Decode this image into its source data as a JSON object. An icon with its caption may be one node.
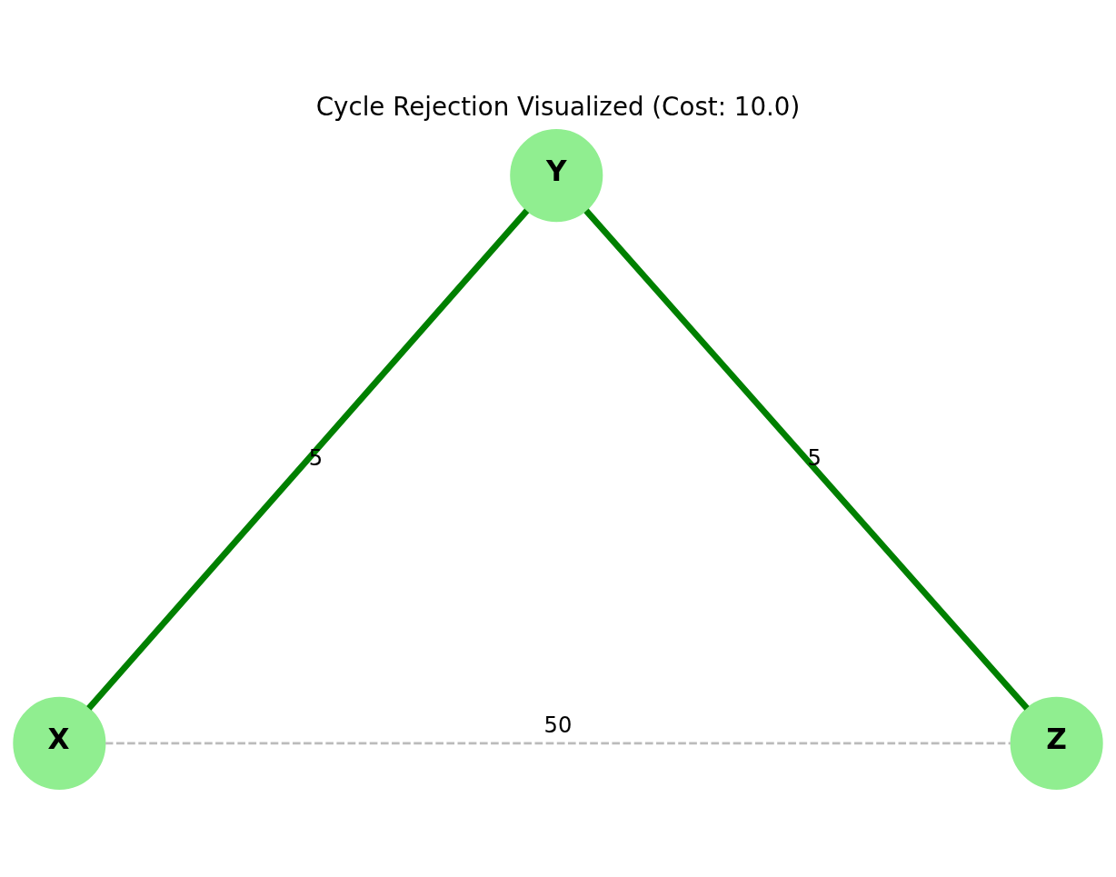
{
  "diagram": {
    "title": "Cycle Rejection Visualized (Cost: 10.0)",
    "nodes": [
      {
        "text": [
          "Y"
        ]
      },
      {
        "text": [
          "X"
        ]
      },
      {
        "text": [
          "Z"
        ]
      }
    ],
    "edges": [
      {
        "from": 0,
        "to": 1,
        "arrow": "none",
        "label": "5"
      },
      {
        "from": 0,
        "to": 2,
        "arrow": "none",
        "label": "5"
      },
      {
        "from": 1,
        "to": 2,
        "arrow": "none",
        "label": "50",
        "style": "dashed",
        "color": "#bbbbbb"
      }
    ]
  }
}
